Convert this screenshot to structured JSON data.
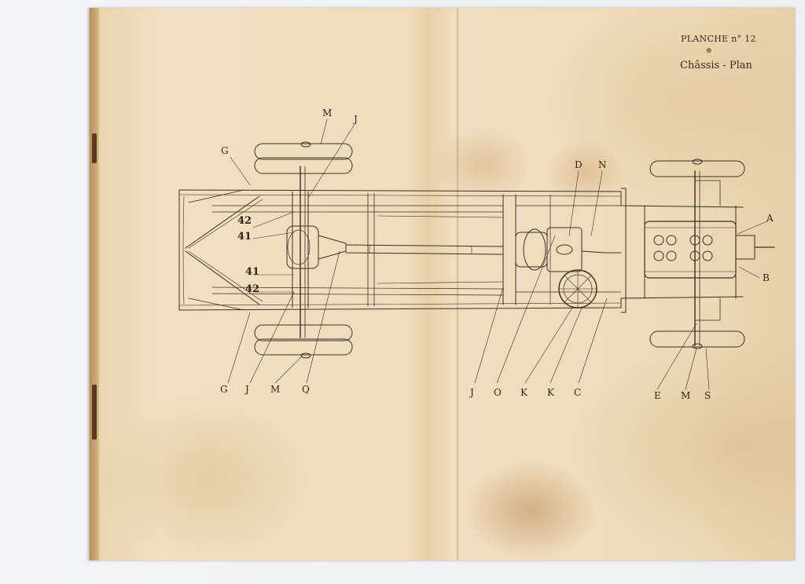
{
  "plate": {
    "number": "PLANCHE n° 12",
    "symbol": "⊚",
    "title": "Châssis - Plan"
  },
  "labels": {
    "top": [
      "M",
      "J",
      "G",
      "D",
      "N",
      "A",
      "B"
    ],
    "bottom": [
      "G",
      "J",
      "M",
      "Q",
      "J",
      "O",
      "K",
      "K",
      "C",
      "E",
      "M",
      "S"
    ],
    "numbers_upper": [
      "42",
      "41"
    ],
    "numbers_lower": [
      "41",
      "42"
    ]
  }
}
